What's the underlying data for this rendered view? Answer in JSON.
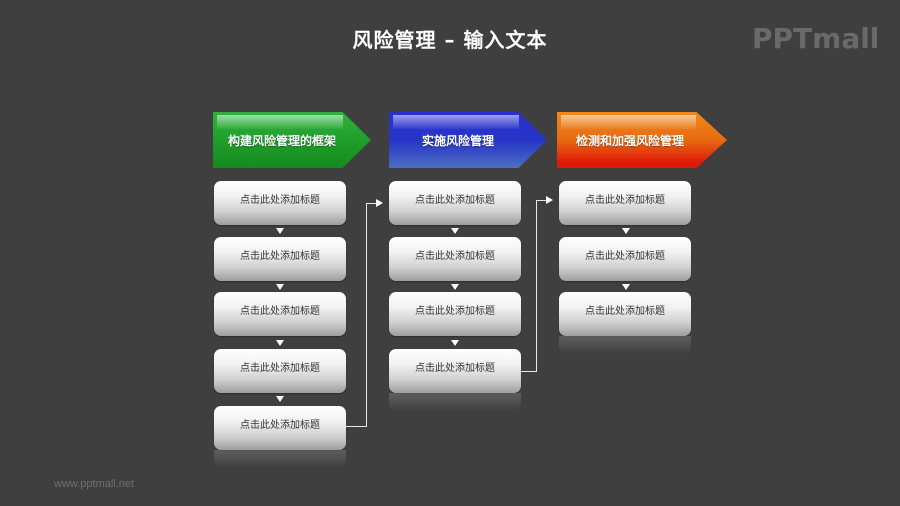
{
  "title": "风险管理 – 输入文本",
  "logo": "PPTmall",
  "footer": "www.pptmall.net",
  "colors": {
    "background": "#3f3f3f",
    "green": "#1e9a28",
    "blue": "#2635c8",
    "orange": "#e86a10",
    "red": "#e01a08"
  },
  "columns": [
    {
      "header": "构建风险管理的框架",
      "items": [
        "点击此处添加标题",
        "点击此处添加标题",
        "点击此处添加标题",
        "点击此处添加标题",
        "点击此处添加标题"
      ]
    },
    {
      "header": "实施风险管理",
      "items": [
        "点击此处添加标题",
        "点击此处添加标题",
        "点击此处添加标题",
        "点击此处添加标题"
      ]
    },
    {
      "header": "检测和加强风险管理",
      "items": [
        "点击此处添加标题",
        "点击此处添加标题",
        "点击此处添加标题"
      ]
    }
  ]
}
